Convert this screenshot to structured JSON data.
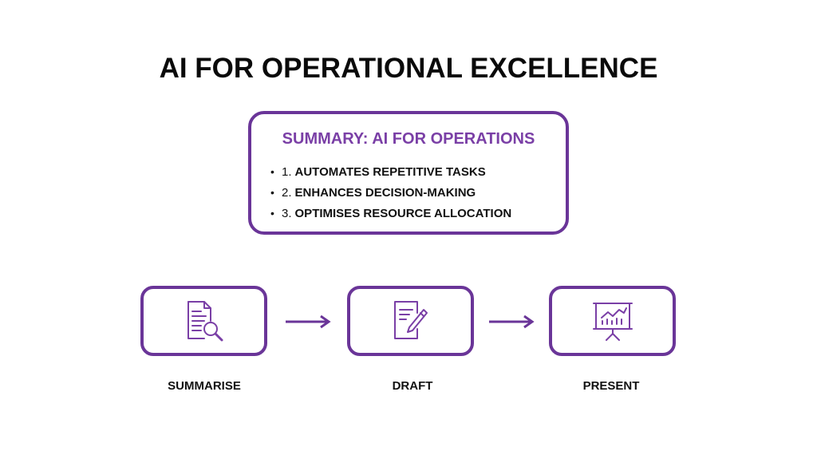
{
  "title": "AI FOR OPERATIONAL EXCELLENCE",
  "summary": {
    "heading": "SUMMARY: AI FOR OPERATIONS",
    "items": [
      {
        "bullet": "•",
        "number": "1.",
        "text": "AUTOMATES REPETITIVE TASKS"
      },
      {
        "bullet": "•",
        "number": "2.",
        "text": "ENHANCES DECISION-MAKING"
      },
      {
        "bullet": "•",
        "number": "3.",
        "text": "OPTIMISES RESOURCE ALLOCATION"
      }
    ]
  },
  "steps": [
    {
      "label": "SUMMARISE",
      "icon": "document-search-icon"
    },
    {
      "label": "DRAFT",
      "icon": "document-edit-icon"
    },
    {
      "label": "PRESENT",
      "icon": "presentation-chart-icon"
    }
  ],
  "colors": {
    "accent": "#6a3598",
    "heading": "#7a3fa6",
    "text": "#111111"
  }
}
